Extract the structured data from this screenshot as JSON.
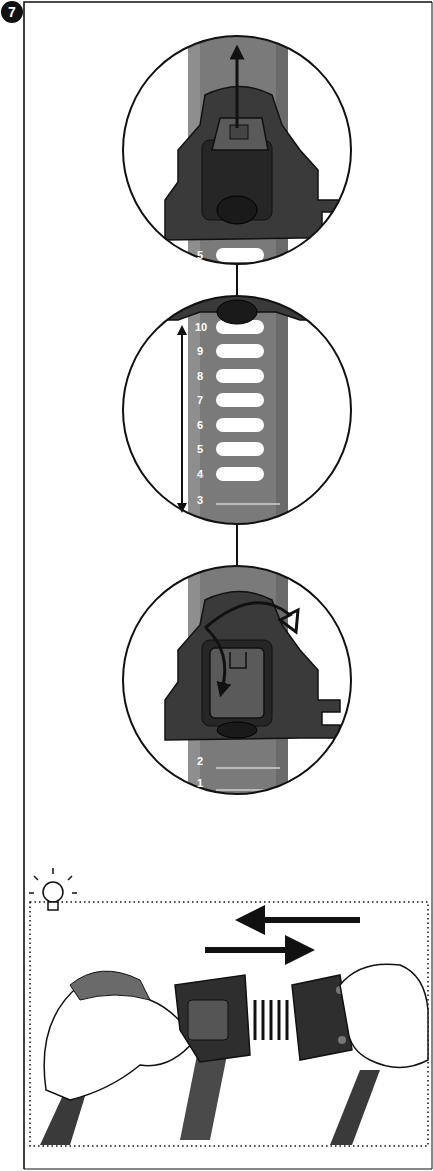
{
  "diagram": {
    "nodes": [
      {
        "text": [
          "7"
        ]
      },
      {
        "text": [
          "5"
        ]
      },
      {
        "text": [
          "10",
          "9",
          "8",
          "7",
          "6",
          "5",
          "4",
          "3"
        ]
      },
      {
        "text": [
          "2",
          "1"
        ]
      }
    ],
    "edges": [
      {
        "from": 1,
        "to": 2,
        "arrow": "none"
      },
      {
        "from": 2,
        "to": 3,
        "arrow": "none"
      }
    ]
  }
}
